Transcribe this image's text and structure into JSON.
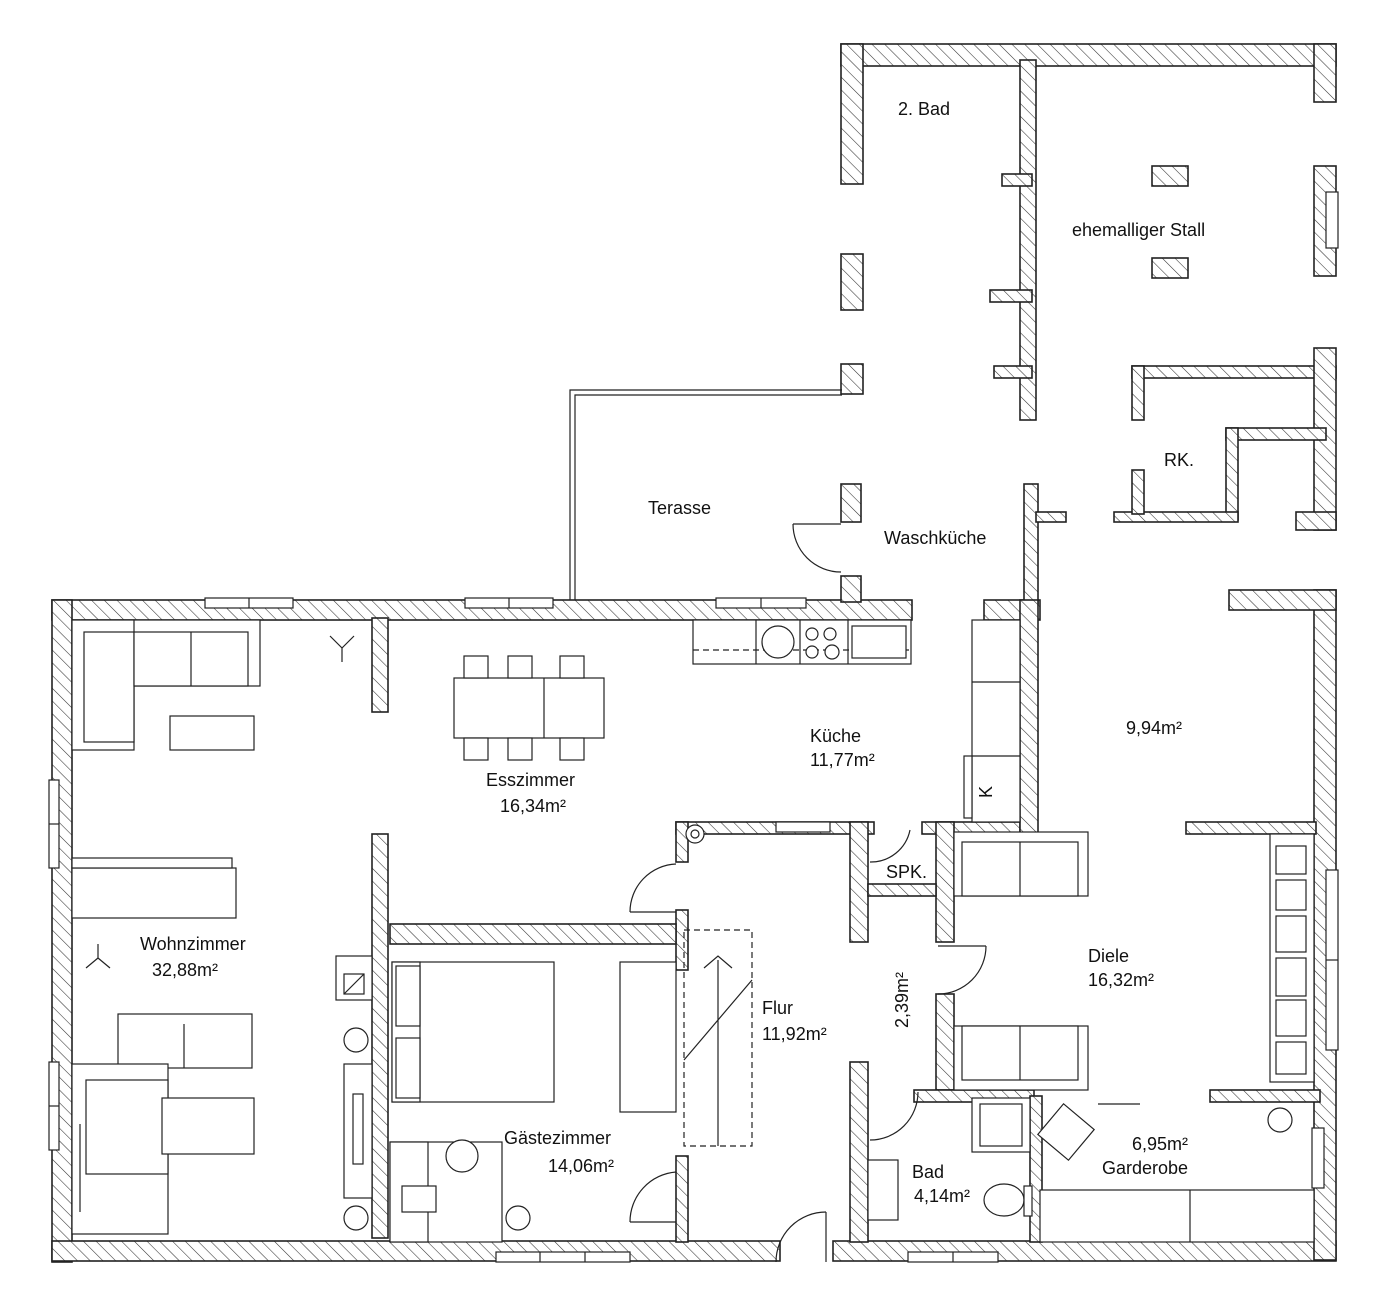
{
  "rooms": [
    {
      "id": "bad2",
      "name": "2. Bad",
      "area": ""
    },
    {
      "id": "stall",
      "name": "ehemalliger Stall",
      "area": ""
    },
    {
      "id": "rk",
      "name": "RK.",
      "area": ""
    },
    {
      "id": "terasse",
      "name": "Terasse",
      "area": ""
    },
    {
      "id": "waschkueche",
      "name": "Waschküche",
      "area": ""
    },
    {
      "id": "unnamed",
      "name": "",
      "area": "9,94m²"
    },
    {
      "id": "kueche",
      "name": "Küche",
      "area": "11,77m²"
    },
    {
      "id": "esszimmer",
      "name": "Esszimmer",
      "area": "16,34m²"
    },
    {
      "id": "spk",
      "name": "SPK.",
      "area": ""
    },
    {
      "id": "wohnzimmer",
      "name": "Wohnzimmer",
      "area": "32,88m²"
    },
    {
      "id": "diele",
      "name": "Diele",
      "area": "16,32m²"
    },
    {
      "id": "flur",
      "name": "Flur",
      "area": "11,92m²"
    },
    {
      "id": "flur_small",
      "name": "",
      "area": "2,39m²"
    },
    {
      "id": "gaestezimmer",
      "name": "Gästezimmer",
      "area": "14,06m²"
    },
    {
      "id": "garderobe",
      "name": "Garderobe",
      "area": "6,95m²"
    },
    {
      "id": "bad",
      "name": "Bad",
      "area": "4,14m²"
    }
  ],
  "fixtures": {
    "fridge_letter": "K"
  },
  "colors": {
    "line": "#222222",
    "background": "#ffffff"
  }
}
